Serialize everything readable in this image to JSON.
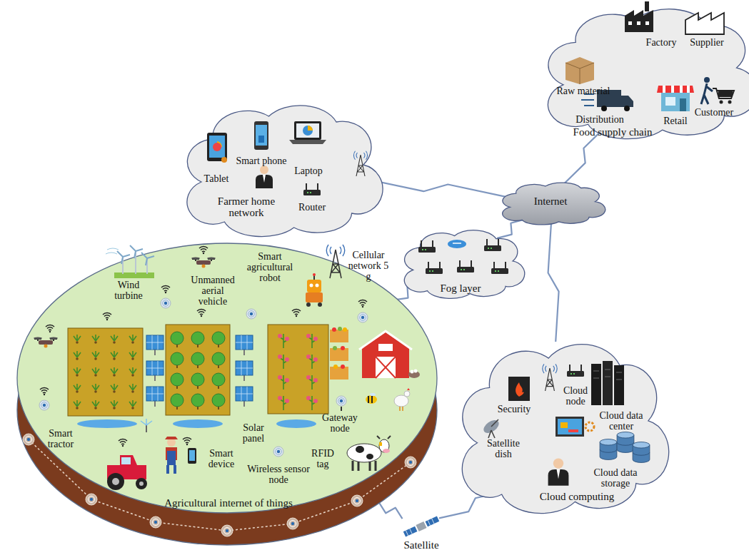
{
  "diagram": {
    "nodes": [
      {
        "text": [
          "Food supply chain"
        ]
      },
      {
        "text": [
          "Farmer home network"
        ]
      },
      {
        "text": [
          "Internet"
        ]
      },
      {
        "text": [
          "Fog layer"
        ]
      },
      {
        "text": [
          "Cloud computing"
        ]
      },
      {
        "text": [
          "Agricultural internet of things"
        ]
      },
      {
        "text": [
          "Satellite"
        ]
      }
    ],
    "edges": [
      {
        "from": 1,
        "to": 2,
        "arrow": "none"
      },
      {
        "from": 0,
        "to": 2,
        "arrow": "none"
      },
      {
        "from": 3,
        "to": 2,
        "arrow": "none"
      },
      {
        "from": 4,
        "to": 2,
        "arrow": "none"
      },
      {
        "from": 5,
        "to": 3,
        "arrow": "none"
      },
      {
        "from": 5,
        "to": 6,
        "arrow": "none"
      },
      {
        "from": 6,
        "to": 4,
        "arrow": "none"
      }
    ],
    "labels": [
      "Raw material",
      "Factory",
      "Supplier",
      "Distribution",
      "Retail",
      "Customer",
      "Tablet",
      "Smart phone",
      "Laptop",
      "Router",
      "Cellular network 5 g",
      "Wind turbine",
      "Unmanned aerial vehicle",
      "Smart agricultural robot",
      "Solar panel",
      "Gateway node",
      "Smart tractor",
      "Smart device",
      "Wireless sensor node",
      "RFID tag",
      "Cloud node",
      "Security",
      "Cloud data center",
      "Satellite dish",
      "Cloud data storage"
    ]
  }
}
